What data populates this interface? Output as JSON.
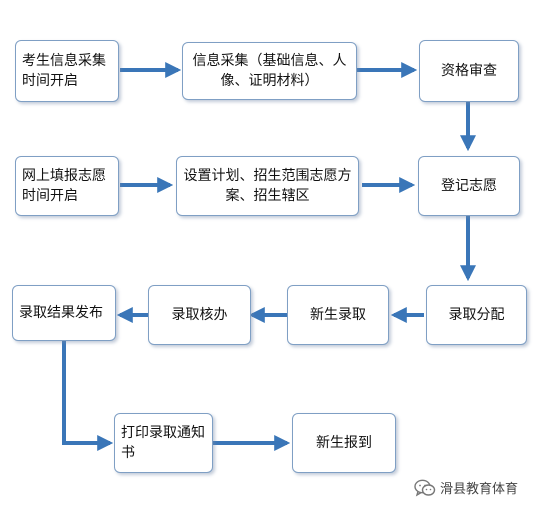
{
  "nodes": {
    "start1": "考生信息采集时间开启",
    "collect": "信息采集（基础信息、人像、证明材料）",
    "review": "资格审查",
    "start2": "网上填报志愿时间开启",
    "plan": "设置计划、招生范围志愿方案、招生辖区",
    "register": "登记志愿",
    "assign": "录取分配",
    "admit": "新生录取",
    "verify": "录取核办",
    "publish": "录取结果发布",
    "print": "打印录取通知书",
    "report": "新生报到"
  },
  "watermark": "滑县教育体育",
  "colors": {
    "arrow": "#3a76b8",
    "border": "#7f9fc4"
  }
}
